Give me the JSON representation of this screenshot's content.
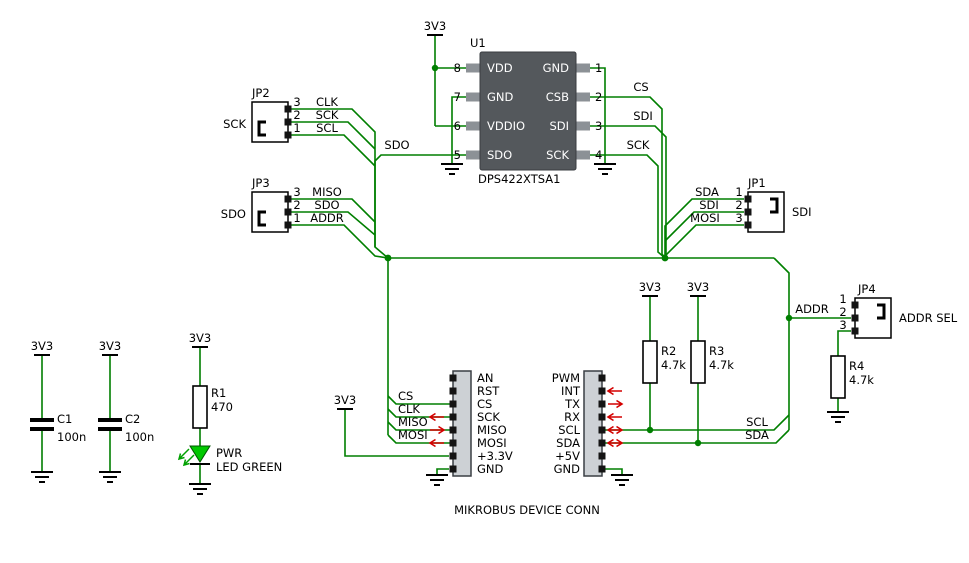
{
  "colors": {
    "wire": "#007F00",
    "symbol": "#000000",
    "chip_body": "#54585C",
    "chip_pin": "#8C9196",
    "arrow_red": "#D40000",
    "led_green": "#00C800"
  },
  "power_rail": "3V3",
  "u1": {
    "ref": "U1",
    "part": "DPS422XTSA1",
    "pins_left": [
      {
        "n": "8",
        "name": "VDD"
      },
      {
        "n": "7",
        "name": "GND"
      },
      {
        "n": "6",
        "name": "VDDIO"
      },
      {
        "n": "5",
        "name": "SDO"
      }
    ],
    "pins_right": [
      {
        "n": "1",
        "name": "GND"
      },
      {
        "n": "2",
        "name": "CSB"
      },
      {
        "n": "3",
        "name": "SDI"
      },
      {
        "n": "4",
        "name": "SCK"
      }
    ]
  },
  "net_labels": {
    "cs": "CS",
    "sdi": "SDI",
    "sck": "SCK",
    "sdo": "SDO",
    "addr": "ADDR",
    "scl": "SCL",
    "sda": "SDA"
  },
  "jumpers": {
    "jp1": {
      "ref": "JP1",
      "side_label": "SDI",
      "pins": [
        {
          "n": "1",
          "net": "SDA"
        },
        {
          "n": "2",
          "net": "SDI"
        },
        {
          "n": "3",
          "net": "MOSI"
        }
      ]
    },
    "jp2": {
      "ref": "JP2",
      "side_label": "SCK",
      "pins": [
        {
          "n": "3",
          "net": "CLK"
        },
        {
          "n": "2",
          "net": "SCK"
        },
        {
          "n": "1",
          "net": "SCL"
        }
      ]
    },
    "jp3": {
      "ref": "JP3",
      "side_label": "SDO",
      "pins": [
        {
          "n": "3",
          "net": "MISO"
        },
        {
          "n": "2",
          "net": "SDO"
        },
        {
          "n": "1",
          "net": "ADDR"
        }
      ]
    },
    "jp4": {
      "ref": "JP4",
      "side_label": "ADDR SEL",
      "pins": [
        {
          "n": "1"
        },
        {
          "n": "2"
        },
        {
          "n": "3"
        }
      ]
    }
  },
  "resistors": {
    "r1": {
      "ref": "R1",
      "value": "470"
    },
    "r2": {
      "ref": "R2",
      "value": "4.7k"
    },
    "r3": {
      "ref": "R3",
      "value": "4.7k"
    },
    "r4": {
      "ref": "R4",
      "value": "4.7k"
    }
  },
  "capacitors": {
    "c1": {
      "ref": "C1",
      "value": "100n"
    },
    "c2": {
      "ref": "C2",
      "value": "100n"
    }
  },
  "led": {
    "name": "PWR",
    "type": "LED GREEN"
  },
  "mikrobus": {
    "caption": "MIKROBUS DEVICE CONN",
    "left_pins": [
      "AN",
      "RST",
      "CS",
      "SCK",
      "MISO",
      "MOSI",
      "+3.3V",
      "GND"
    ],
    "right_pins": [
      "PWM",
      "INT",
      "TX",
      "RX",
      "SCL",
      "SDA",
      "+5V",
      "GND"
    ],
    "left_wire_nets": [
      "CS",
      "CLK",
      "MISO",
      "MOSI"
    ]
  }
}
